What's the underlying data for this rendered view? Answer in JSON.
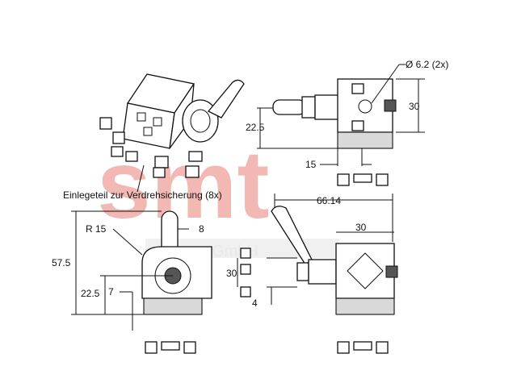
{
  "watermark": {
    "big": "smt",
    "small": "GmbH",
    "color": "#f2b9b4"
  },
  "labels": {
    "hole_diameter": "Ø 6.2 (2x)",
    "dim_30_top": "30",
    "dim_22_5_top": "22.5",
    "dim_15_top": "15",
    "insert_caption": "Einlegeteil zur Verdrehsicherung (8x)",
    "dim_66_14": "66.14",
    "dim_r15": "R 15",
    "dim_8": "8",
    "dim_30_mid": "30",
    "dim_57_5": "57.5",
    "dim_30_profile": "30",
    "dim_22_5_front": "22.5",
    "dim_7": "7",
    "dim_4": "4"
  }
}
